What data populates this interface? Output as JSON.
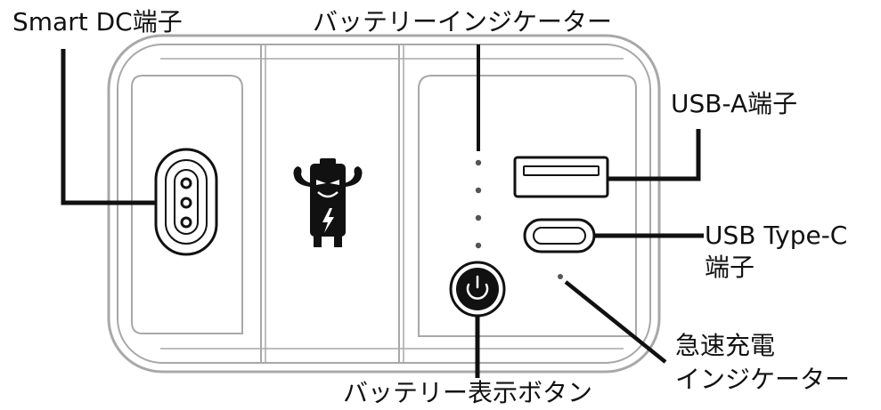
{
  "labels": {
    "smart_dc_port": "Smart DC端子",
    "battery_indicator": "バッテリーインジケーター",
    "usb_a_port": "USB-A端子",
    "usb_c_port_line1": "USB Type-C",
    "usb_c_port_line2": "端子",
    "quick_charge_indicator_line1": "急速充電",
    "quick_charge_indicator_line2": "インジケーター",
    "battery_display_button": "バッテリー表示ボタン"
  },
  "colors": {
    "line": "#111111",
    "outline": "#a8a8a8",
    "panel_fill": "#ffffff"
  },
  "icons": {
    "mascot": "battery-mascot-icon",
    "power": "power-icon"
  }
}
